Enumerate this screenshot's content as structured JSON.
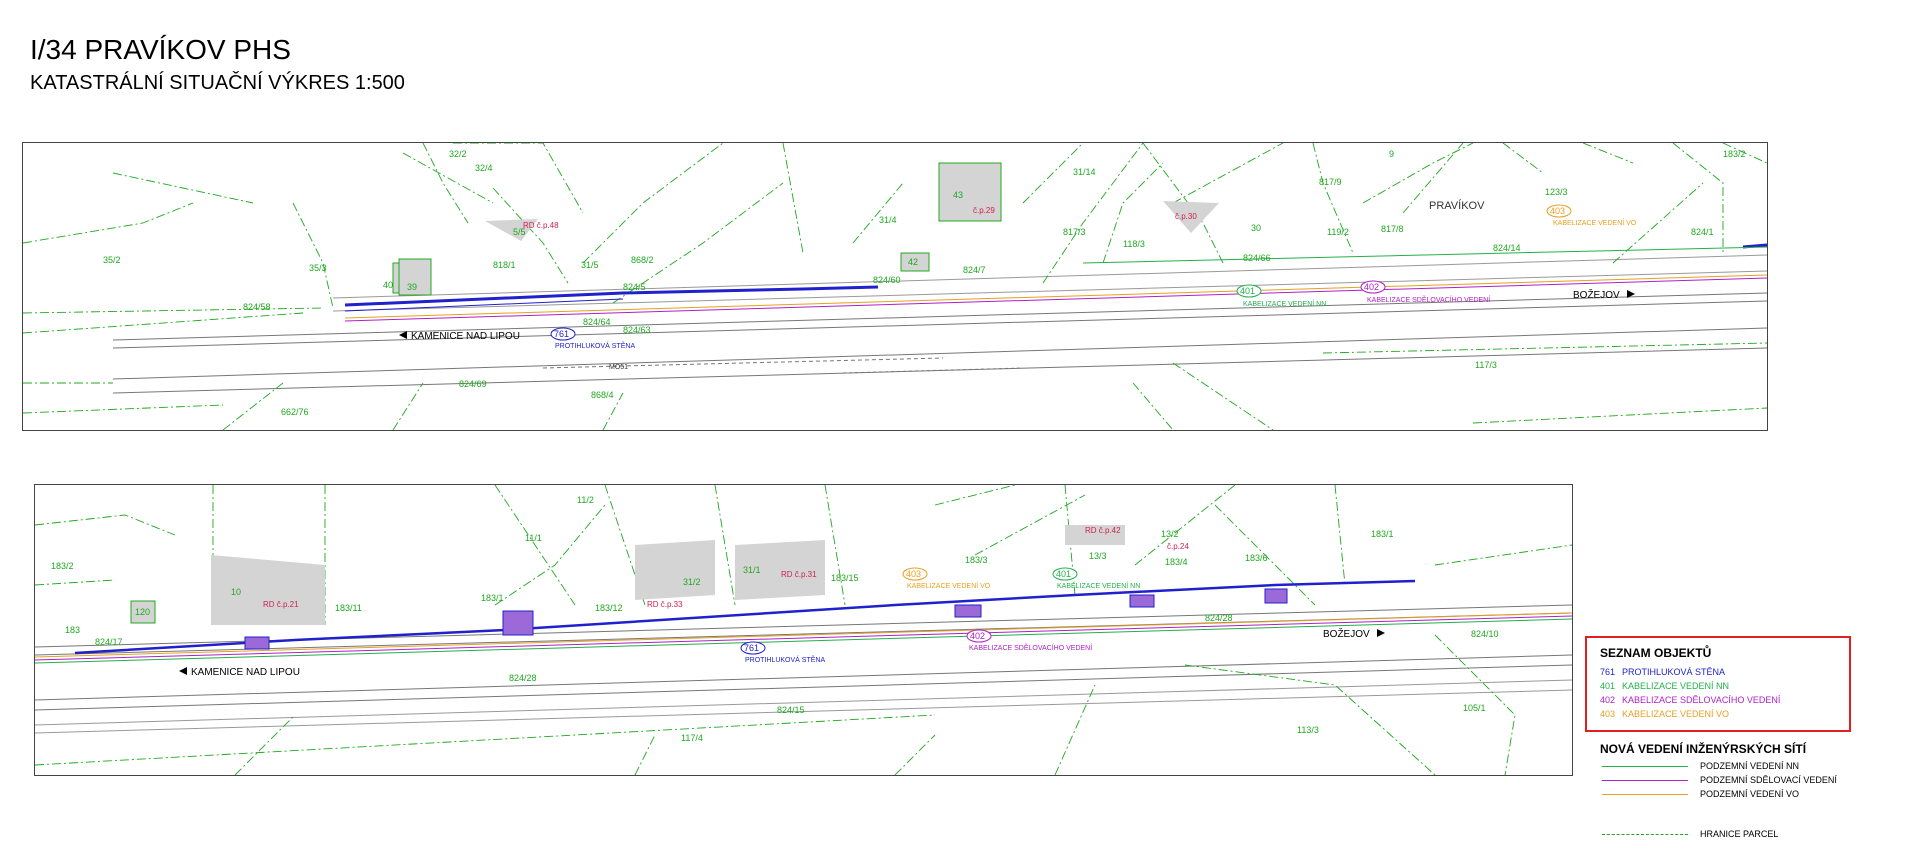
{
  "drawing": {
    "title": "I/34 PRAVÍKOV PHS",
    "subtitle": "KATASTRÁLNÍ SITUAČNÍ VÝKRES 1:500"
  },
  "colors": {
    "parcel_green": "#1fa81f",
    "noise_wall_blue": "#2020cc",
    "cable_nn_green": "#22b04a",
    "cable_telecom_purple": "#b020c8",
    "cable_vo_orange": "#e8a020",
    "building_gray": "#d4d4d4",
    "legend_border_red": "#e02020",
    "text_red": "#d02050"
  },
  "top_map": {
    "place_names": {
      "pravikov": "PRAVÍKOV"
    },
    "directions": {
      "kamenice": "KAMENICE NAD LIPOU",
      "bozejov": "BOŽEJOV"
    },
    "objects": {
      "o761": {
        "code": "761",
        "label": "PROTIHLUKOVÁ STĚNA"
      },
      "o401": {
        "code": "401",
        "label": "KABELIZACE VEDENÍ NN"
      },
      "o402": {
        "code": "402",
        "label": "KABELIZACE SDĚLOVACÍHO VEDENÍ"
      },
      "o403": {
        "code": "403",
        "label": "KABELIZACE VEDENÍ VO"
      }
    },
    "buildings": {
      "rd48": "RD č.p.48",
      "cp29": "č.p.29",
      "cp30": "č.p.30",
      "mo51": "MO51"
    },
    "parcels": {
      "p35_2": "35/2",
      "p35_3": "35/3",
      "p32_2": "32/2",
      "p32_4": "32/4",
      "p5_5": "5/5",
      "p40": "40",
      "p39": "39",
      "p818_1": "818/1",
      "p31_5": "31/5",
      "p868_2": "868/2",
      "p824_58": "824/58",
      "p824_64": "824/64",
      "p824_63": "824/63",
      "p824_5": "824/5",
      "p824_69": "824/69",
      "p824_60": "824/60",
      "p868_4": "868/4",
      "p662_76": "662/76",
      "p43": "43",
      "p42": "42",
      "p824_7": "824/7",
      "p31_4": "31/4",
      "p31_14": "31/14",
      "p817_3": "817/3",
      "p118_3": "118/3",
      "p30": "30",
      "p817_9": "817/9",
      "p9": "9",
      "p119_2": "119/2",
      "p817_8": "817/8",
      "p824_66": "824/66",
      "p123_3": "123/3",
      "p824_14": "824/14",
      "p183_2": "183/2",
      "p824_1": "824/1",
      "p117_3": "117/3"
    }
  },
  "bottom_map": {
    "directions": {
      "kamenice": "KAMENICE NAD LIPOU",
      "bozejov": "BOŽEJOV"
    },
    "objects": {
      "o761": {
        "code": "761",
        "label": "PROTIHLUKOVÁ STĚNA"
      },
      "o402": {
        "code": "402",
        "label": "KABELIZACE SDĚLOVACÍHO VEDENÍ"
      },
      "o403": {
        "code": "403",
        "label": "KABELIZACE VEDENÍ VO"
      },
      "o401": {
        "code": "401",
        "label": "KABELIZACE VEDENÍ NN"
      }
    },
    "buildings": {
      "rd21": "RD č.p.21",
      "rd33": "RD č.p.33",
      "rd31": "RD č.p.31",
      "rd42": "RD č.p.42",
      "cp24": "č.p.24"
    },
    "parcels": {
      "p183_2": "183/2",
      "p120": "120",
      "p183": "183",
      "p824_17": "824/17",
      "p10": "10",
      "p183_11": "183/11",
      "p11_2": "11/2",
      "p11_1": "11/1",
      "p183_1a": "183/1",
      "p183_12": "183/12",
      "p31_2": "31/2",
      "p31_1": "31/1",
      "p183_15": "183/15",
      "p183_3": "183/3",
      "p13_3": "13/3",
      "p13_2": "13/2",
      "p183_4": "183/4",
      "p183_6": "183/6",
      "p183_1b": "183/1",
      "p824_28": "824/28",
      "p824_10": "824/10",
      "p824_28b": "824/28",
      "p824_15": "824/15",
      "p117_4": "117/4",
      "p113_3": "113/3",
      "p105_1": "105/1"
    }
  },
  "legend": {
    "title": "SEZNAM OBJEKTŮ",
    "items": [
      {
        "code": "761",
        "label": "PROTIHLUKOVÁ STĚNA",
        "color": "#2020cc"
      },
      {
        "code": "401",
        "label": "KABELIZACE VEDENÍ NN",
        "color": "#22b04a"
      },
      {
        "code": "402",
        "label": "KABELIZACE SDĚLOVACÍHO VEDENÍ",
        "color": "#b020c8"
      },
      {
        "code": "403",
        "label": "KABELIZACE VEDENÍ VO",
        "color": "#e8a020"
      }
    ]
  },
  "network_legend": {
    "title": "NOVÁ VEDENÍ INŽENÝRSKÝCH SÍTÍ",
    "items": [
      {
        "label": "PODZEMNÍ VEDENÍ NN",
        "color": "#22b04a"
      },
      {
        "label": "PODZEMNÍ SDĚLOVACÍ VEDENÍ",
        "color": "#b020c8"
      },
      {
        "label": "PODZEMNÍ VEDENÍ VO",
        "color": "#e8a020"
      },
      {
        "label": "HRANICE PARCEL",
        "color": "#1fa81f"
      }
    ]
  }
}
